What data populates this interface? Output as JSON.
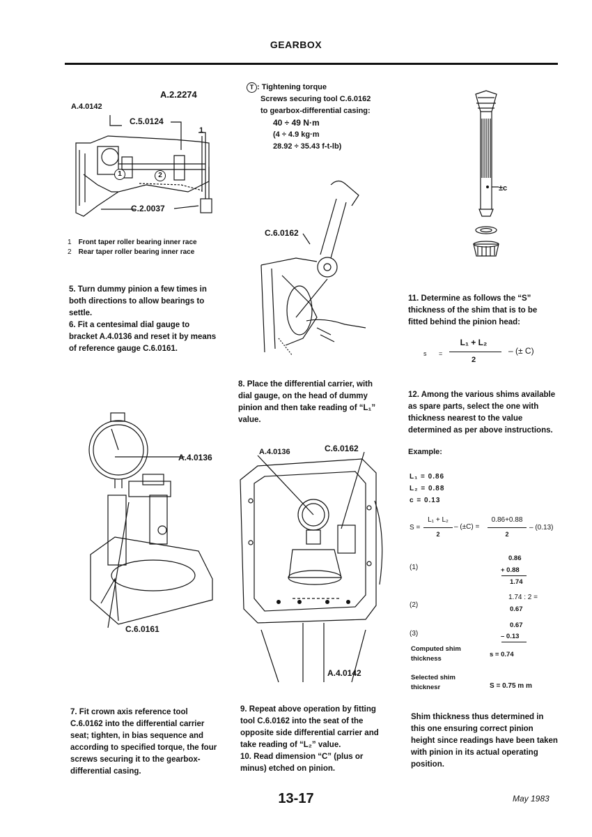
{
  "header": {
    "title": "GEARBOX"
  },
  "fig1": {
    "label_a2": "A.2.2274",
    "label_a4": "A.4.0142",
    "label_c5": "C.5.0124",
    "label_1": "1",
    "label_c2": "C.2.0037",
    "callout_1": "1",
    "callout_2": "2",
    "legend": [
      {
        "num": "1",
        "text": "Front taper roller bearing inner race"
      },
      {
        "num": "2",
        "text": "Rear taper roller bearing inner race"
      }
    ]
  },
  "torque": {
    "icon": "T",
    "title": ": Tightening torque",
    "line1": "Screws securing tool C.6.0162",
    "line2": "to gearbox-differential casing:",
    "val1": "40 ÷ 49 N·m",
    "val2": "(4 ÷ 4.9 kg·m",
    "val3": "28.92 ÷ 35.43 f-t-lb)"
  },
  "fig2": {
    "label": "C.6.0162"
  },
  "fig3": {
    "label": "±c"
  },
  "steps": {
    "s5": "5. Turn dummy pinion a few times in both directions to allow bearings to settle.",
    "s6": "6. Fit a centesimal dial gauge to bracket A.4.0136 and reset it by means of reference gauge C.6.0161.",
    "s7": "7. Fit crown axis reference tool C.6.0162 into the differential carrier seat; tighten, in bias sequence and according to specified torque, the four screws securing it to the gearbox-differential casing.",
    "s8": "8. Place the differential carrier, with dial gauge, on the head of dummy pinion and then take reading of “L₁” value.",
    "s9": "9. Repeat above operation by fitting tool C.6.0162 into the seat of the opposite side differential carrier and take reading of “L₂” value.",
    "s10": "10. Read dimension “C” (plus or minus) etched on pinion.",
    "s11": "11. Determine as follows the “S” thickness of the shim that is to be fitted behind the pinion head:",
    "s12": "12. Among the various shims available as spare parts, select the one with thickness nearest to the value determined as per above instructions.",
    "conclusion": "Shim thickness thus determined in this one ensuring correct pinion height since readings have been taken with pinion in its actual operating position."
  },
  "formula": {
    "s": "s",
    "eq": "=",
    "num": "L₁ + L₂",
    "den": "2",
    "tail": "– (± C)"
  },
  "fig4": {
    "label_a": "A.4.0136",
    "label_c": "C.6.0161"
  },
  "fig5": {
    "label_a": "A.4.0136",
    "label_c": "C.6.0162",
    "label_b": "A.4.0142"
  },
  "example": {
    "title": "Example:",
    "l1": "L₁ = 0.86",
    "l2": "L₂ = 0.88",
    "c": "c = 0.13",
    "s_lhs": "S =",
    "s_num": "L₁ + L₂",
    "s_den": "2",
    "s_mid": "– (±C) =",
    "s_num2": "0.86+0.88",
    "s_den2": "2",
    "s_tail": "– (0.13)",
    "step1_label": "(1)",
    "step1_a": "0.86",
    "step1_b": "+ 0.88",
    "step1_r": "1.74",
    "step2_label": "(2)",
    "step2_a": "1.74 : 2 =",
    "step2_r": "0.67",
    "step3_label": "(3)",
    "step3_a": "0.67",
    "step3_b": "– 0.13",
    "computed_label1": "Computed shim",
    "computed_label2": "thickness",
    "computed_val": "s = 0.74",
    "selected_label1": "Selected shim",
    "selected_label2": "thicknesr",
    "selected_val": "S = 0.75 m m"
  },
  "footer": {
    "page": "13-17",
    "date": "May 1983"
  }
}
